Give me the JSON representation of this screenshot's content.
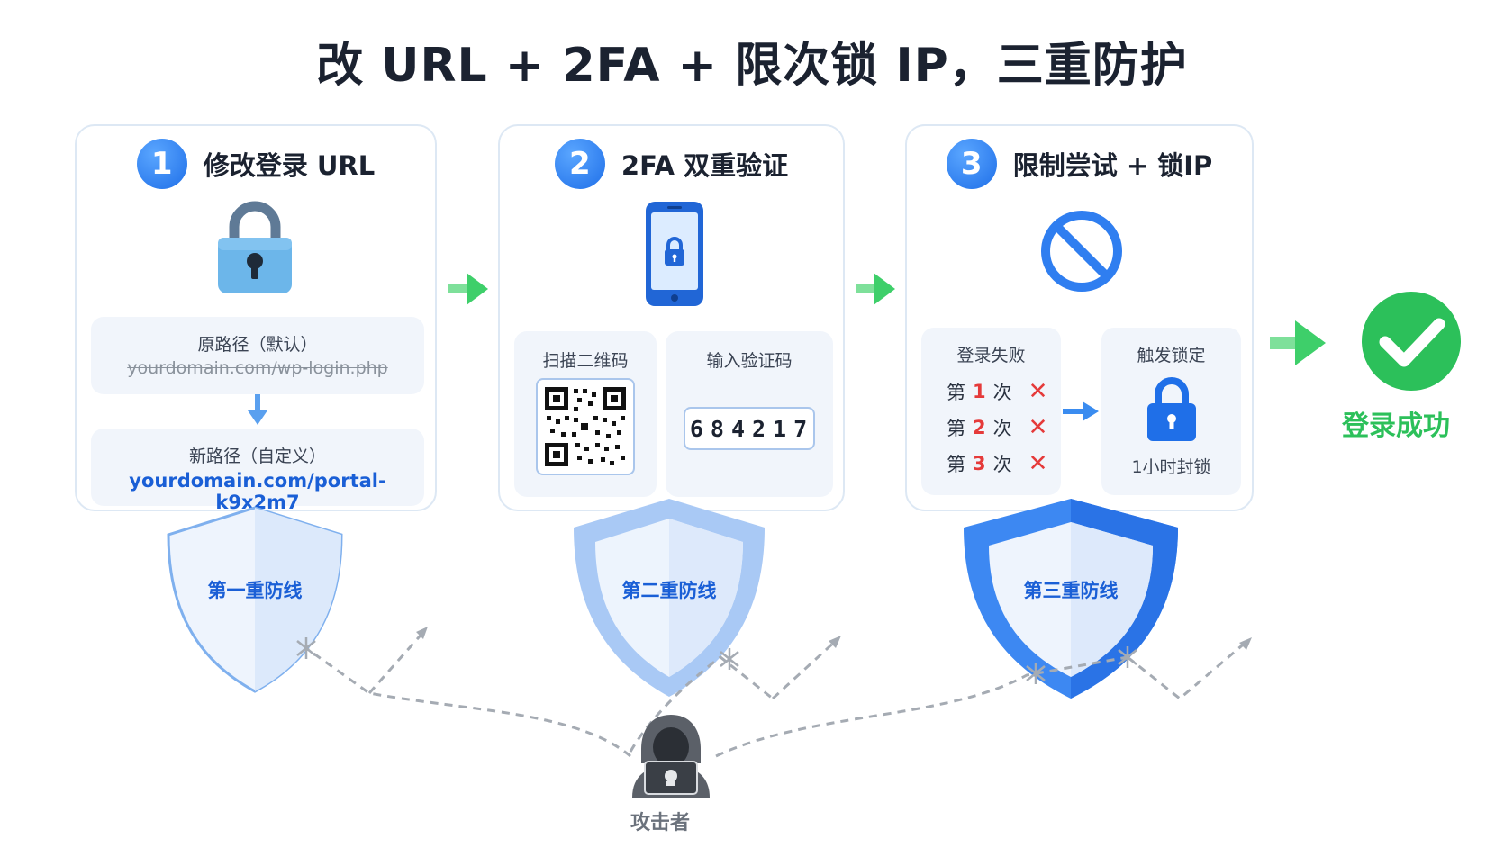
{
  "title": "改 URL + 2FA + 限次锁 IP，三重防护",
  "colors": {
    "accent": "#1f6fe8",
    "success": "#2cc05a",
    "danger": "#e53a3a",
    "arrow": "#3ecf6a"
  },
  "step1": {
    "number": "1",
    "title": "修改登录 URL",
    "icon": "padlock-icon",
    "old_label": "原路径（默认）",
    "old_url": "yourdomain.com/wp-login.php",
    "new_label": "新路径（自定义）",
    "new_url": "yourdomain.com/portal-k9x2m7",
    "shield": "第一重防线"
  },
  "step2": {
    "number": "2",
    "title": "2FA 双重验证",
    "icon": "phone-lock-icon",
    "scan_label": "扫描二维码",
    "input_label": "输入验证码",
    "code": "684217",
    "shield": "第二重防线"
  },
  "step3": {
    "number": "3",
    "title": "限制尝试 + 锁IP",
    "icon": "prohibited-icon",
    "fail_label": "登录失败",
    "attempts": [
      {
        "prefix": "第",
        "n": "1",
        "suffix": "次",
        "mark": "✕"
      },
      {
        "prefix": "第",
        "n": "2",
        "suffix": "次",
        "mark": "✕"
      },
      {
        "prefix": "第",
        "n": "3",
        "suffix": "次",
        "mark": "✕"
      }
    ],
    "lock_label": "触发锁定",
    "lock_duration": "1小时封锁",
    "shield": "第三重防线"
  },
  "success_label": "登录成功",
  "attacker_label": "攻击者"
}
